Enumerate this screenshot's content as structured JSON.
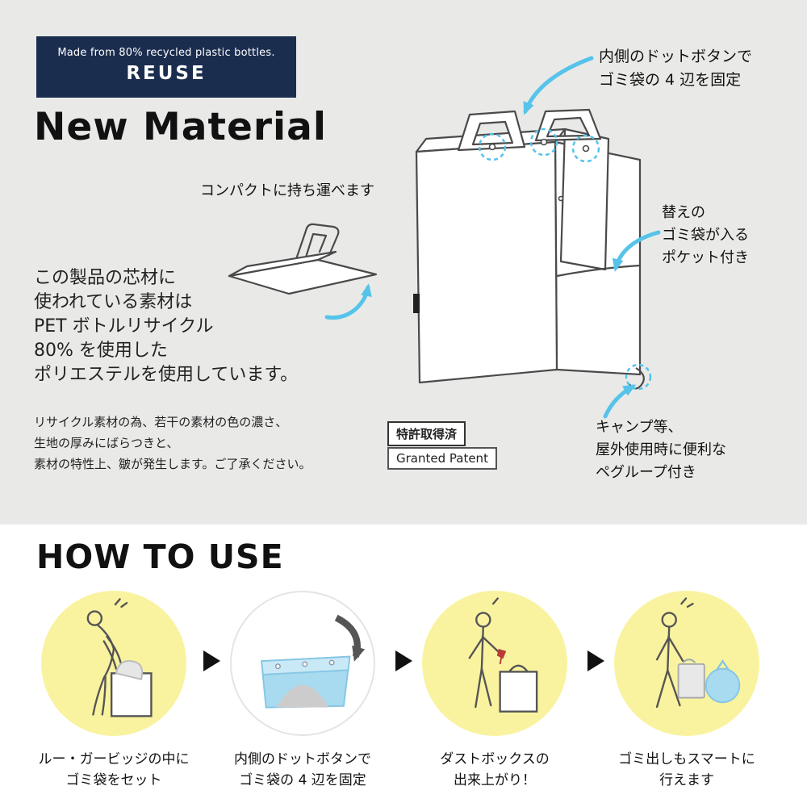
{
  "colors": {
    "accent_blue": "#56c3ea",
    "navy": "#1b2d4f",
    "step_yellow": "#f9f3a0",
    "background_gray": "#e9eae8"
  },
  "badge": {
    "subtitle": "Made from 80% recycled plastic bottles.",
    "title": "REUSE"
  },
  "top": {
    "heading": "New Material",
    "compact_label": "コンパクトに持ち運べます",
    "material_text": "この製品の芯材に\n使われている素材は\nPET ボトルリサイクル\n80% を使用した\nポリエステルを使用しています。",
    "disclaimer": "リサイクル素材の為、若干の素材の色の濃さ、\n生地の厚みにばらつきと、\n素材の特性上、皺が発生します。ご了承ください。",
    "patent_ja": "特許取得済",
    "patent_en": "Granted Patent",
    "callout_buttons": "内側のドットボタンで\nゴミ袋の 4 辺を固定",
    "callout_pocket": "替えの\nゴミ袋が入る\nポケット付き",
    "callout_peg": "キャンプ等、\n屋外使用時に便利な\nペグループ付き"
  },
  "how_to_use": {
    "title": "HOW TO USE",
    "steps": [
      {
        "caption": "ルー・ガービッジの中に\nゴミ袋をセット"
      },
      {
        "caption": "内側のドットボタンで\nゴミ袋の 4 辺を固定"
      },
      {
        "caption": "ダストボックスの\n出来上がり！"
      },
      {
        "caption": "ゴミ出しもスマートに\n行えます"
      }
    ]
  }
}
